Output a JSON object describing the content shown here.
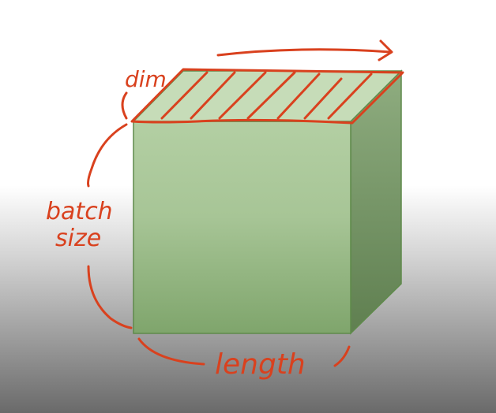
{
  "labels": {
    "dim": "dim",
    "batch": "batch",
    "size": "size",
    "length": "length"
  },
  "colors": {
    "ink": "#d9411e",
    "front_top": "#b3cfa3",
    "front_bottom": "#7fa56c",
    "side": "#6f905f",
    "top": "#c6dcb8",
    "edge": "#5f8a4b",
    "background_top": "#ffffff",
    "background_bottom": "#707070"
  }
}
